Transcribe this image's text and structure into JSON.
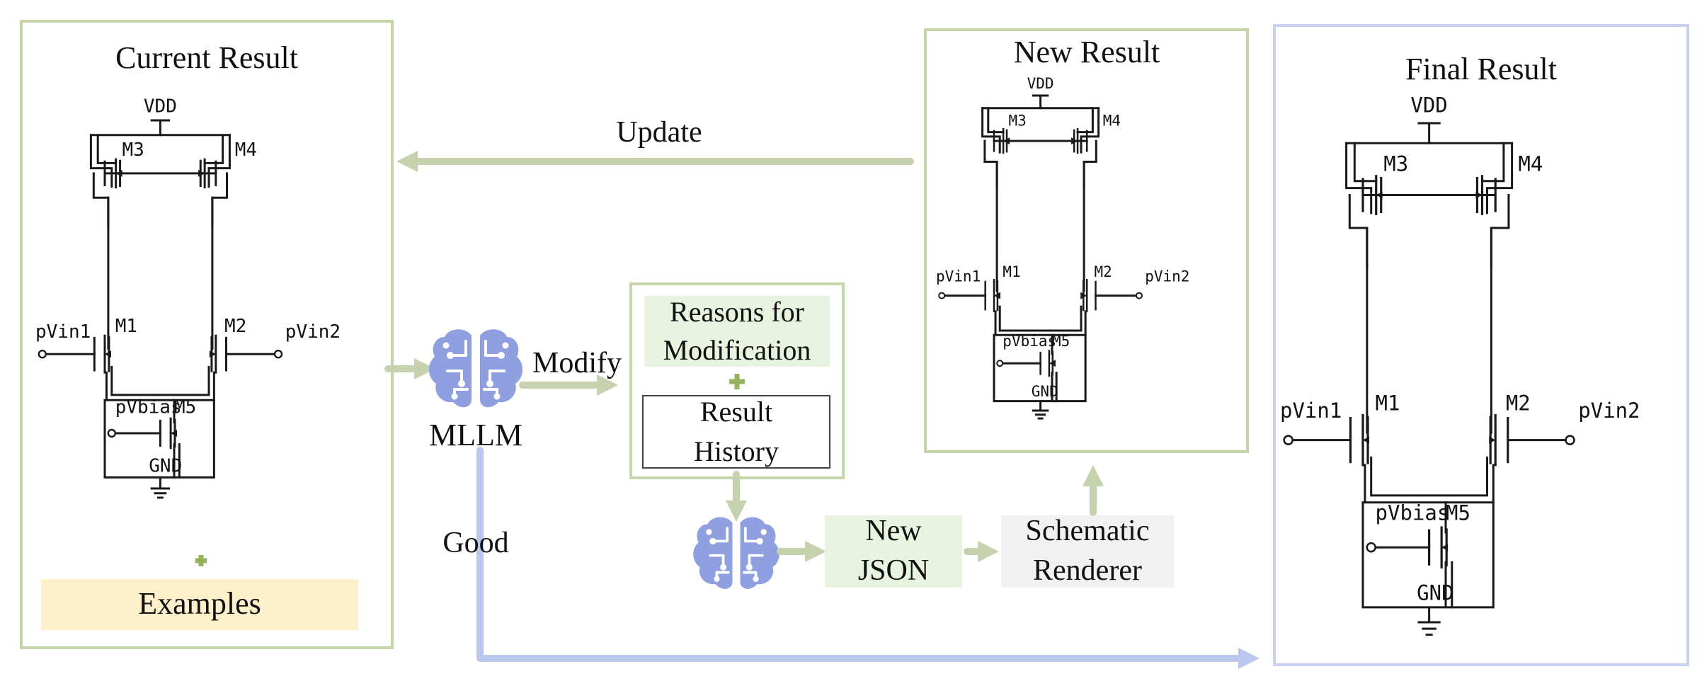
{
  "panels": {
    "current": {
      "title": "Current Result",
      "extra": "Examples"
    },
    "new": {
      "title": "New Result"
    },
    "final": {
      "title": "Final Result"
    }
  },
  "schematic_labels": {
    "vdd": "VDD",
    "gnd": "GND",
    "m1": "M1",
    "m2": "M2",
    "m3": "M3",
    "m4": "M4",
    "m5": "M5",
    "pvin1": "pVin1",
    "pvin2": "pVin2",
    "pvbias": "pVbias"
  },
  "flow": {
    "update": "Update",
    "mllm": "MLLM",
    "modify": "Modify",
    "good": "Good",
    "reasons_line1": "Reasons for",
    "reasons_line2": "Modification",
    "history_line1": "Result",
    "history_line2": "History",
    "json_line1": "New",
    "json_line2": "JSON",
    "renderer_line1": "Schematic",
    "renderer_line2": "Renderer"
  },
  "icons": {
    "model": "brain-circuit-icon",
    "add": "plus-icon"
  },
  "colors": {
    "green_border": "#c4d6a8",
    "green_arrow": "#c6d1ad",
    "blue_border": "#c9d1f1",
    "blue_arrow": "#bcc7f0",
    "plus": "#95b35b",
    "examples_fill": "#fff0cc",
    "green_fill": "#e8f3e0",
    "gray_fill": "#f1f1f1",
    "brain": "#8f9fe0"
  }
}
